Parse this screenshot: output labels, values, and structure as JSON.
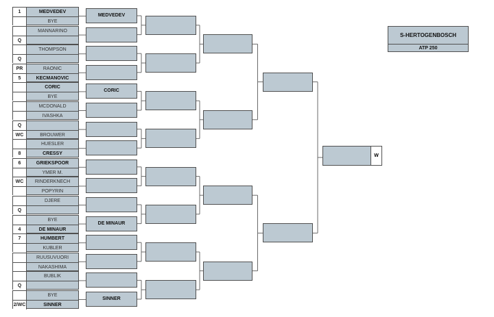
{
  "tournament": {
    "name": "S-HERTOGENBOSCH",
    "category": "ATP 250"
  },
  "final_label": "W",
  "round1": [
    {
      "top": {
        "seed": "1",
        "name": "MEDVEDEV",
        "win": true
      },
      "bottom": {
        "seed": "",
        "name": "BYE",
        "win": false
      }
    },
    {
      "top": {
        "seed": "",
        "name": "MANNARINO",
        "win": false
      },
      "bottom": {
        "seed": "Q",
        "name": "",
        "win": false
      }
    },
    {
      "top": {
        "seed": "",
        "name": "THOMPSON",
        "win": false
      },
      "bottom": {
        "seed": "Q",
        "name": "",
        "win": false
      }
    },
    {
      "top": {
        "seed": "PR",
        "name": "RAONIC",
        "win": false
      },
      "bottom": {
        "seed": "5",
        "name": "KECMANOVIC",
        "win": true
      }
    },
    {
      "top": {
        "seed": "",
        "name": "CORIC",
        "win": true
      },
      "bottom": {
        "seed": "",
        "name": "BYE",
        "win": false
      }
    },
    {
      "top": {
        "seed": "",
        "name": "MCDONALD",
        "win": false
      },
      "bottom": {
        "seed": "",
        "name": "IVASHKA",
        "win": false
      }
    },
    {
      "top": {
        "seed": "Q",
        "name": "",
        "win": false
      },
      "bottom": {
        "seed": "WC",
        "name": "BROUWER",
        "win": false
      }
    },
    {
      "top": {
        "seed": "",
        "name": "HUESLER",
        "win": false
      },
      "bottom": {
        "seed": "8",
        "name": "CRESSY",
        "win": true
      }
    },
    {
      "top": {
        "seed": "6",
        "name": "GRIEKSPOOR",
        "win": true
      },
      "bottom": {
        "seed": "",
        "name": "YMER M.",
        "win": false
      }
    },
    {
      "top": {
        "seed": "WC",
        "name": "RINDERKNECH",
        "win": false
      },
      "bottom": {
        "seed": "",
        "name": "POPYRIN",
        "win": false
      }
    },
    {
      "top": {
        "seed": "",
        "name": "DJERE",
        "win": false
      },
      "bottom": {
        "seed": "Q",
        "name": "",
        "win": false
      }
    },
    {
      "top": {
        "seed": "",
        "name": "BYE",
        "win": false
      },
      "bottom": {
        "seed": "4",
        "name": "DE MINAUR",
        "win": true
      }
    },
    {
      "top": {
        "seed": "7",
        "name": "HUMBERT",
        "win": true
      },
      "bottom": {
        "seed": "",
        "name": "KUBLER",
        "win": false
      }
    },
    {
      "top": {
        "seed": "",
        "name": "RUUSUVUORI",
        "win": false
      },
      "bottom": {
        "seed": "",
        "name": "NAKASHIMA",
        "win": false
      }
    },
    {
      "top": {
        "seed": "",
        "name": "BUBLIK",
        "win": false
      },
      "bottom": {
        "seed": "Q",
        "name": "",
        "win": false
      }
    },
    {
      "top": {
        "seed": "",
        "name": "BYE",
        "win": false
      },
      "bottom": {
        "seed": "2/WC",
        "name": "SINNER",
        "win": true
      }
    }
  ],
  "round2": [
    "MEDVEDEV",
    "",
    "",
    "",
    "CORIC",
    "",
    "",
    "",
    "",
    "",
    "",
    "DE MINAUR",
    "",
    "",
    "",
    "SINNER"
  ],
  "colors": {
    "slot_fill": "#bcc9d2",
    "border": "#4f4f4f",
    "line": "#6a6a6a"
  }
}
